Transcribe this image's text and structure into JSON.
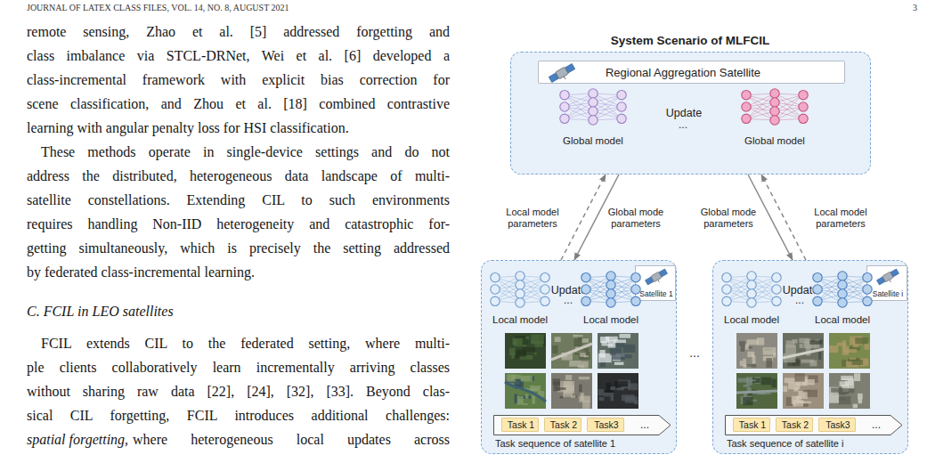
{
  "diagram": {
    "title": "System Scenario of MLFCIL",
    "nodes": [
      {
        "text": [
          "Update"
        ]
      },
      {
        "text": [
          "Regional Aggregation Satellite"
        ],
        "in": 0
      },
      {
        "text": [
          "Global model"
        ],
        "in": 0
      },
      {
        "text": [
          "Global model"
        ],
        "in": 0
      },
      {
        "text": [
          "Update"
        ]
      },
      {
        "text": [
          "Satellite 1"
        ],
        "in": 4
      },
      {
        "text": [
          "Local model"
        ],
        "in": 4
      },
      {
        "text": [
          "Local model"
        ],
        "in": 4
      },
      {
        "text": [
          "...",
          "Task sequence of satellite 1"
        ],
        "in": 4
      },
      {
        "text": [
          "Task 1"
        ],
        "in": 8
      },
      {
        "text": [
          "Task 2"
        ],
        "in": 8
      },
      {
        "text": [
          "Task3"
        ],
        "in": 8
      },
      {
        "text": [
          "Update"
        ]
      },
      {
        "text": [
          "Satellite i"
        ],
        "in": 12
      },
      {
        "text": [
          "Local model"
        ],
        "in": 12
      },
      {
        "text": [
          "Local model"
        ],
        "in": 12
      },
      {
        "text": [
          "...",
          "Task sequence of satellite i"
        ],
        "in": 12
      },
      {
        "text": [
          "Task 1"
        ],
        "in": 16
      },
      {
        "text": [
          "Task 2"
        ],
        "in": 16
      },
      {
        "text": [
          "Task3"
        ],
        "in": 16
      }
    ],
    "edges": [
      {
        "from": 4,
        "to": 0,
        "arrow": "to",
        "label": "Local model parameters"
      },
      {
        "from": 0,
        "to": 4,
        "arrow": "to",
        "label": "Global mode parameters"
      },
      {
        "from": 0,
        "to": 12,
        "arrow": "to",
        "label": "Global mode parameters"
      },
      {
        "from": 12,
        "to": 0,
        "arrow": "to",
        "label": "Local model parameters"
      }
    ],
    "labels": [
      "JOURNAL OF LATEX CLASS FILES, VOL. 14, NO. 8, AUGUST 2021",
      "3",
      "remote sensing, Zhao et al. [5] addressed forgetting and",
      "class imbalance via STCL-DRNet, Wei et al. [6] developed a",
      "class-incremental framework with explicit bias correction for",
      "scene classification, and Zhou et al. [18] combined contrastive",
      "learning with angular penalty loss for HSI classification.",
      "These methods operate in single-device settings and do not",
      "address the distributed, heterogeneous data landscape of multi-",
      "satellite constellations. Extending CIL to such environments",
      "requires handling Non-IID heterogeneity and catastrophic for-",
      "getting simultaneously, which is precisely the setting addressed",
      "by federated class-incremental learning.",
      "C. FCIL in LEO satellites",
      "FCIL extends CIL to the federated setting, where multi-",
      "ple clients collaboratively learn incrementally arriving classes",
      "without sharing raw data [22], [24], [32], [33]. Beyond clas-",
      "sical CIL forgetting, FCIL introduces additional challenges:",
      "spatial forgetting,",
      "where heterogeneous local updates across",
      "...",
      "...",
      "...",
      "..."
    ]
  }
}
